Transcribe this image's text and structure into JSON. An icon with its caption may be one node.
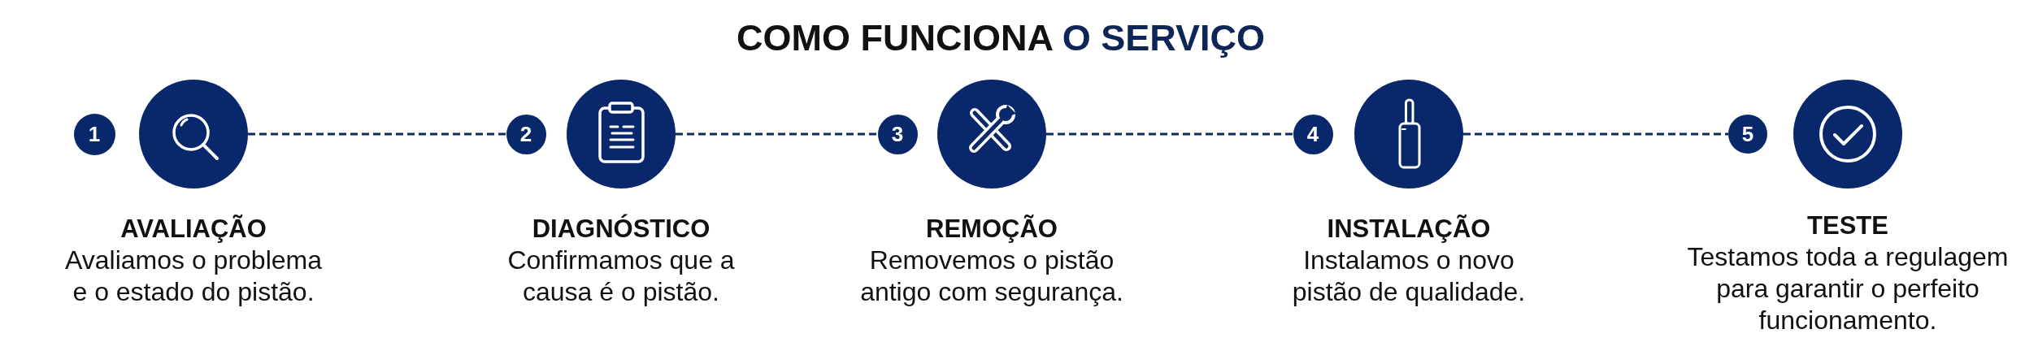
{
  "diagram": {
    "title": "COMO FUNCIONA O SERVIÇO",
    "nodes": [
      {
        "text": [
          "1"
        ]
      },
      {
        "text": [
          "AVALIAÇÃO",
          "Avaliamos o problema e o estado do pistão."
        ]
      },
      {
        "text": [
          "2"
        ]
      },
      {
        "text": [
          "DIAGNÓSTICO",
          "Confirmamos que a causa é o pistão."
        ]
      },
      {
        "text": [
          "3"
        ]
      },
      {
        "text": [
          "REMOÇÃO",
          "Removemos o pistão antigo com segurança."
        ]
      },
      {
        "text": [
          "4"
        ]
      },
      {
        "text": [
          "INSTALAÇÃO",
          "Instalamos o novo pistão de qualidade."
        ]
      },
      {
        "text": [
          "5"
        ]
      },
      {
        "text": [
          "TESTE",
          "Testamos toda a regulagem para garantir o perfeito funcionamento."
        ]
      }
    ],
    "edges": [
      {
        "from": 1,
        "to": 2,
        "arrow": "none",
        "style": "dashed"
      },
      {
        "from": 3,
        "to": 4,
        "arrow": "none",
        "style": "dashed"
      },
      {
        "from": 5,
        "to": 6,
        "arrow": "none",
        "style": "dashed"
      },
      {
        "from": 7,
        "to": 8,
        "arrow": "none",
        "style": "dashed"
      }
    ]
  }
}
